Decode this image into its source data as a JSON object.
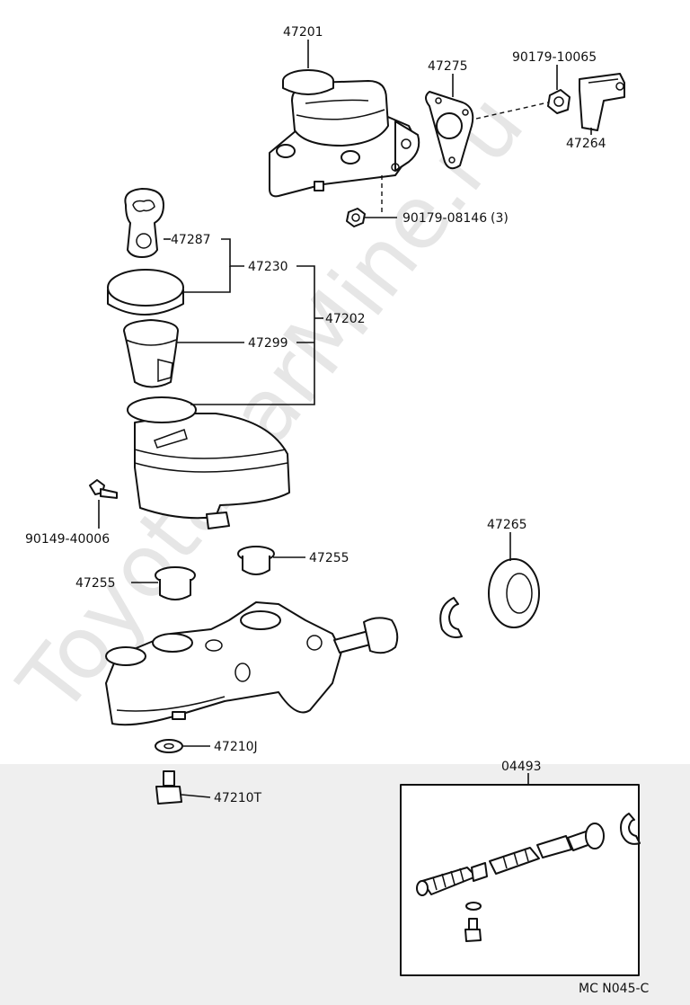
{
  "watermark": "ToyotaCarMine.ru",
  "labels": {
    "p47201": "47201",
    "p47275": "47275",
    "p90179_10065": "90179-10065",
    "p47264": "47264",
    "p90179_08146": "90179-08146",
    "qty_08146": "(3)",
    "p47287": "47287",
    "p47230": "47230",
    "p47202": "47202",
    "p47299": "47299",
    "p90149_40006": "90149-40006",
    "p47265": "47265",
    "p47255_right": "47255",
    "p47255_left": "47255",
    "p47210J": "47210J",
    "p47210T": "47210T",
    "p04493": "04493"
  },
  "diagram_code": "MC N045-C"
}
